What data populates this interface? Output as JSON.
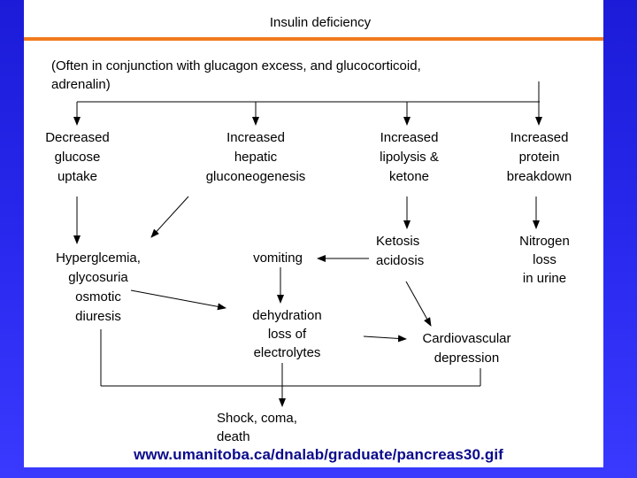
{
  "diagram": {
    "title": "Insulin deficiency",
    "context_note": "(Often in conjunction with glucagon excess, and glucocorticoid,\nadrenalin)",
    "nodes": {
      "decreased_glucose_uptake": "Decreased\nglucose\nuptake",
      "increased_hepatic_gluconeogenesis": "Increased\nhepatic\ngluconeogenesis",
      "increased_lipolysis_ketone": "Increased\nlipolysis &\nketone",
      "increased_protein_breakdown": "Increased\nprotein\nbreakdown",
      "hyperglycemia": "Hyperglcemia,\nglycosuria\nosmotic\ndiuresis",
      "vomiting": "vomiting",
      "ketosis_acidosis": "Ketosis\nacidosis",
      "nitrogen_loss": "Nitrogen\nloss\nin urine",
      "dehydration": "dehydration\nloss of\nelectrolytes",
      "cardiovascular_depression": "Cardiovascular\ndepression",
      "shock": "Shock, coma,\ndeath"
    }
  },
  "footer": {
    "source_url": "www.umanitoba.ca/dnalab/graduate/pancreas30.gif"
  },
  "colors": {
    "background": "#2a2af0",
    "accent_rule": "#f07a1e",
    "footer_text": "#0a0a8c"
  }
}
